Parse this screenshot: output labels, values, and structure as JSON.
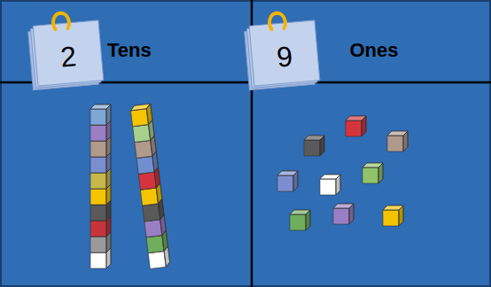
{
  "diagram": {
    "nodes": [
      {
        "text": [
          "Tens"
        ]
      },
      {
        "text": [
          "2"
        ],
        "in": 0
      },
      {
        "text": [
          "Ones"
        ]
      },
      {
        "text": [
          "9"
        ],
        "in": 2
      }
    ]
  }
}
